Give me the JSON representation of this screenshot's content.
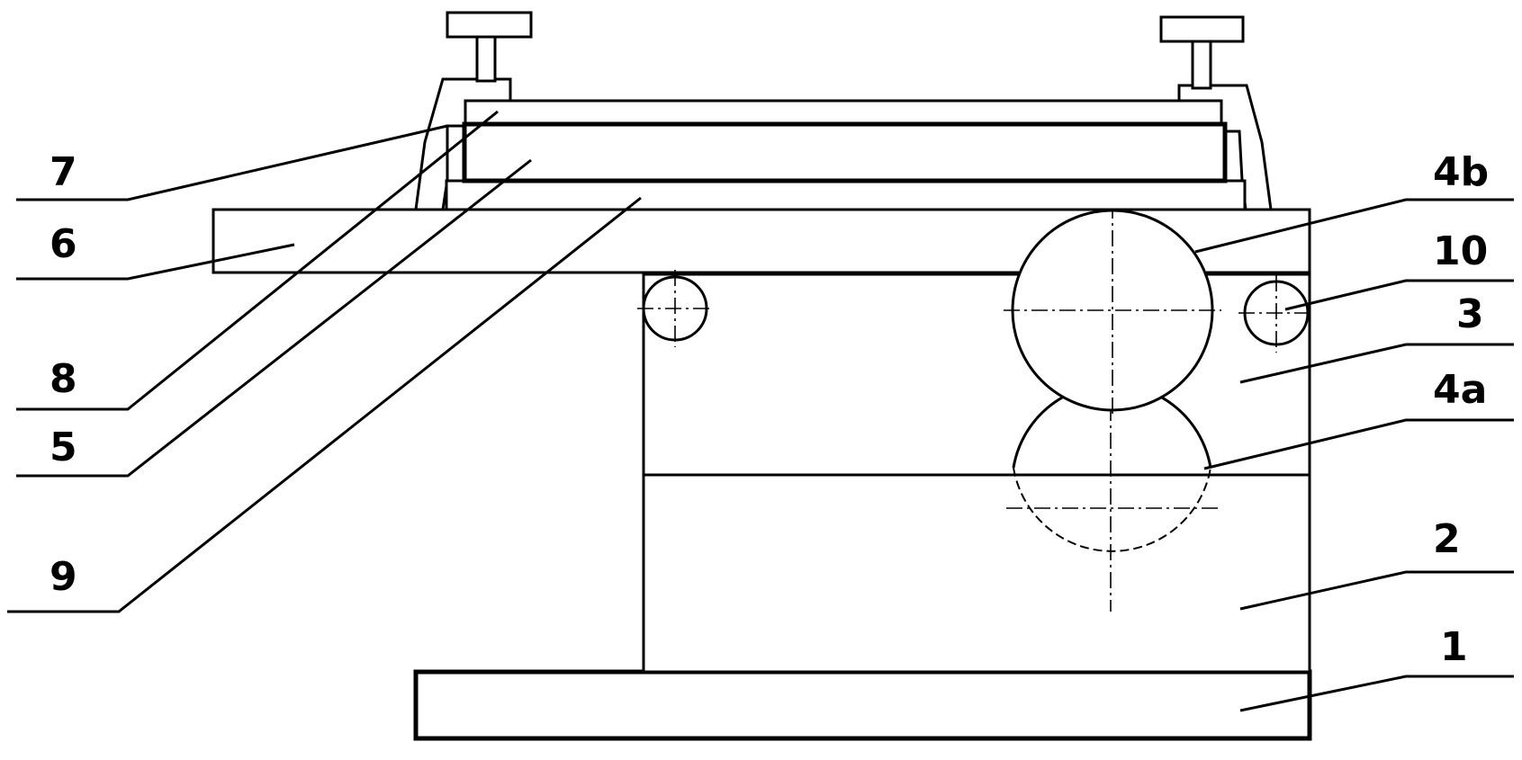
{
  "labels": {
    "l7": "7",
    "l6": "6",
    "l8": "8",
    "l5": "5",
    "l9": "9",
    "l4b": "4b",
    "l10": "10",
    "l3": "3",
    "l4a": "4a",
    "l2": "2",
    "l1": "1"
  },
  "colors": {
    "stroke": "#000000",
    "background": "#ffffff"
  }
}
